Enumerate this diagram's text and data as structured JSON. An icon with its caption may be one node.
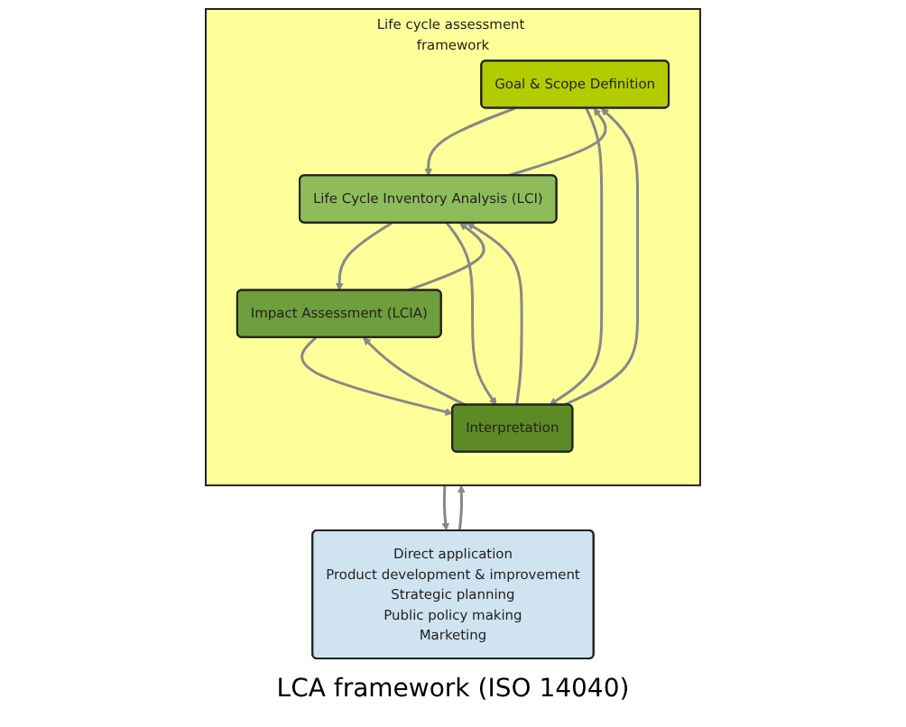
{
  "diagram": {
    "caption": "LCA framework (ISO 14040)",
    "nodes": [
      {
        "text": [
          "Life cycle assessment framework"
        ]
      },
      {
        "text": [
          "Goal & Scope Definition"
        ],
        "in": 0
      },
      {
        "text": [
          "Life Cycle Inventory Analysis (LCI)"
        ],
        "in": 0
      },
      {
        "text": [
          "Impact Assessment (LCIA)"
        ],
        "in": 0
      },
      {
        "text": [
          "Interpretation"
        ],
        "in": 0
      },
      {
        "text": [
          "Direct application",
          "Product development & improvement",
          "Strategic planning",
          "Public policy making",
          "Marketing"
        ]
      }
    ],
    "edges": [
      {
        "from": 2,
        "to": 1,
        "arrow": "to"
      },
      {
        "from": 1,
        "to": 2,
        "arrow": "to"
      },
      {
        "from": 3,
        "to": 2,
        "arrow": "to"
      },
      {
        "from": 2,
        "to": 3,
        "arrow": "to"
      },
      {
        "from": 1,
        "to": 4,
        "arrow": "to"
      },
      {
        "from": 4,
        "to": 1,
        "arrow": "to"
      },
      {
        "from": 2,
        "to": 4,
        "arrow": "to"
      },
      {
        "from": 4,
        "to": 2,
        "arrow": "to"
      },
      {
        "from": 3,
        "to": 4,
        "arrow": "to"
      },
      {
        "from": 4,
        "to": 3,
        "arrow": "to"
      },
      {
        "from": 0,
        "to": 5,
        "arrow": "to"
      },
      {
        "from": 5,
        "to": 0,
        "arrow": "to"
      }
    ]
  }
}
